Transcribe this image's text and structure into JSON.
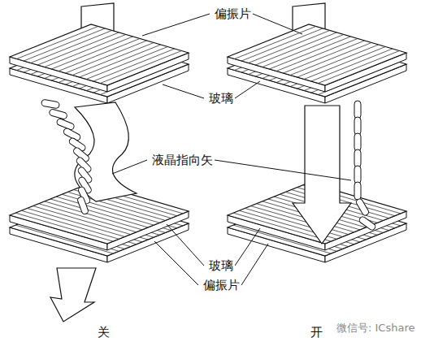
{
  "diagram": {
    "labels": [
      "偏振片",
      "玻璃",
      "液晶指向矢",
      "玻璃",
      "偏振片",
      "关",
      "开",
      "微信号: ICshare"
    ]
  }
}
